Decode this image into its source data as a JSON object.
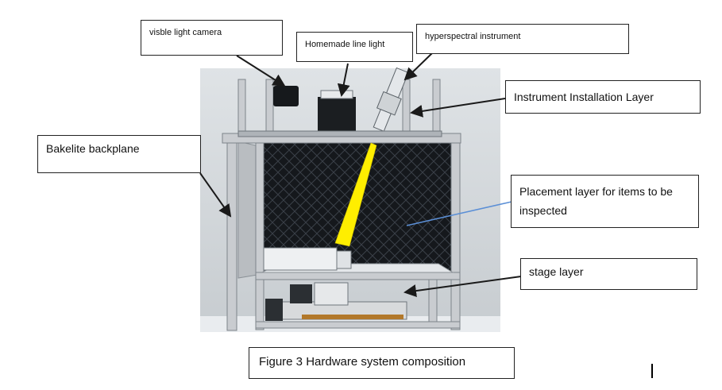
{
  "labels": {
    "camera": "visble light camera",
    "line_light": "Homemade  line  light",
    "hyperspectral": "hyperspectral instrument",
    "install_layer": "Instrument Installation Layer",
    "backplane": "Bakelite backplane",
    "placement_layer": "Placement layer for items to be inspected",
    "stage_layer": "stage layer"
  },
  "caption": "Figure 3 Hardware system composition",
  "colors": {
    "beam": "#ffee00",
    "frame": "#c9ccd0",
    "panel": "#15181c",
    "arrow": "#1a1a1a",
    "pointer_blue": "#5b8fd6"
  }
}
